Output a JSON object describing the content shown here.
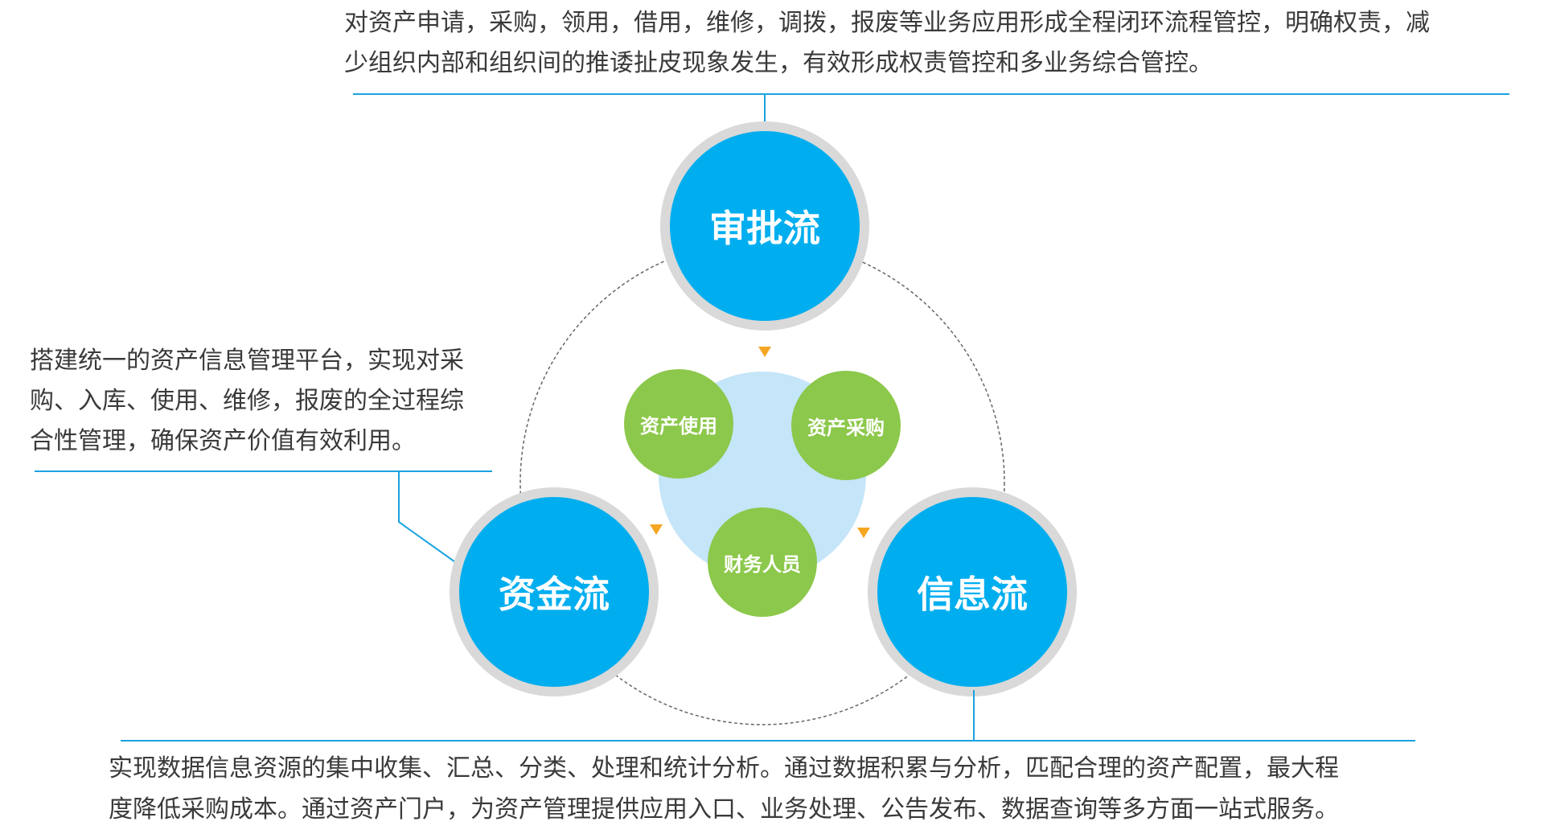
{
  "top_description": {
    "lines": [
      "对资产申请，采购，领用，借用，维修，调拨，报废等业务应用形成全程闭环流程管控，明确权责，减",
      "少组织内部和组织间的推诿扯皮现象发生，有效形成权责管控和多业务综合管控。"
    ]
  },
  "left_description": {
    "lines": [
      "搭建统一的资产信息管理平台，实现对采",
      "购、入库、使用、维修，报废的全过程综",
      "合性管理，确保资产价值有效利用。"
    ]
  },
  "bottom_description": {
    "lines": [
      "实现数据信息资源的集中收集、汇总、分类、处理和统计分析。通过数据积累与分析，匹配合理的资产配置，最大程",
      "度降低采购成本。通过资产门户，为资产管理提供应用入口、业务处理、公告发布、数据查询等多方面一站式服务。"
    ]
  },
  "flows": {
    "approval": "审批流",
    "funds": "资金流",
    "information": "信息流"
  },
  "center": {
    "usage": "资产使用",
    "procurement": "资产采购",
    "finance": "财务人员"
  },
  "colors": {
    "blue": "#00aeef",
    "green": "#8cc84b",
    "light_blue": "#c5e5f9",
    "line": "#1aa3e0",
    "arrow": "#f5a623"
  }
}
